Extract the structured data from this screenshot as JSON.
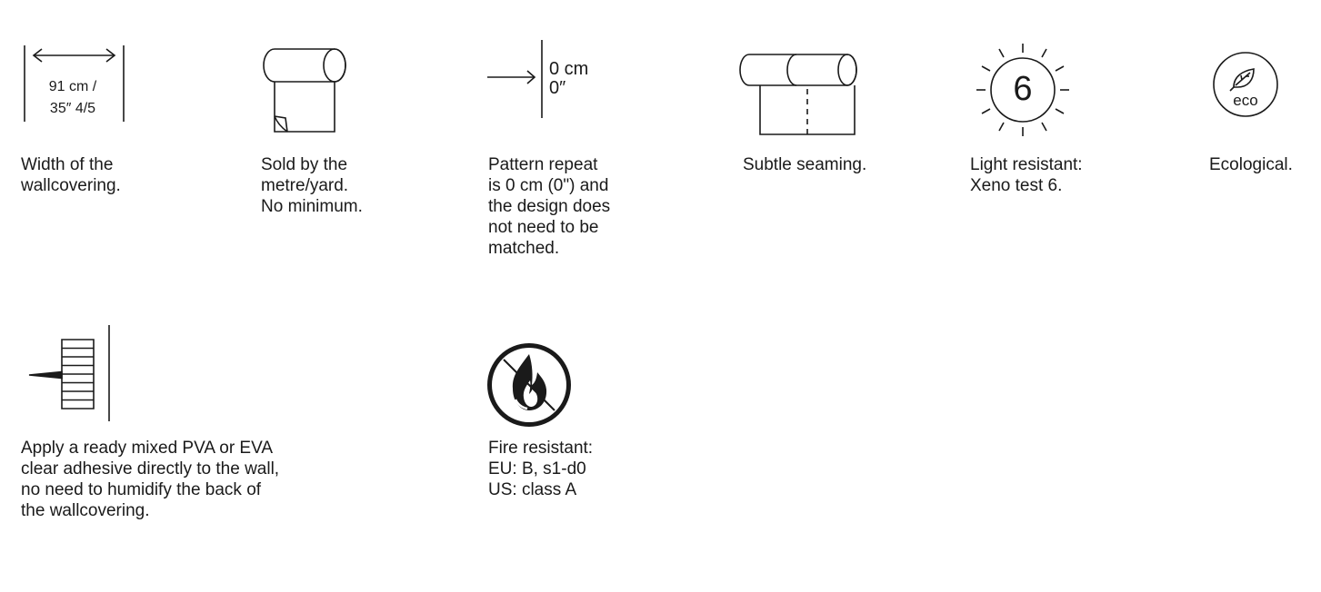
{
  "features": [
    {
      "id": "width",
      "icon": "width-arrow-icon",
      "icon_text": "91 cm /\n35″ 4/5",
      "text": "Width of the\nwallcovering."
    },
    {
      "id": "sold",
      "icon": "roll-icon",
      "text": "Sold by the\nmetre/yard.\nNo minimum."
    },
    {
      "id": "repeat",
      "icon": "pattern-repeat-icon",
      "icon_text": "0 cm\n0″",
      "text": "Pattern repeat\nis 0 cm (0\") and\nthe design does\nnot need to be\nmatched."
    },
    {
      "id": "seaming",
      "icon": "seaming-icon",
      "text": "Subtle seaming."
    },
    {
      "id": "light",
      "icon": "sun-icon",
      "icon_text": "6",
      "text": "Light resistant:\nXeno test 6."
    },
    {
      "id": "eco",
      "icon": "eco-leaf-icon",
      "icon_text": "eco",
      "text": "Ecological."
    },
    {
      "id": "adhesive",
      "icon": "paste-the-wall-icon",
      "text": "Apply a ready mixed PVA or EVA\nclear adhesive directly to the wall,\nno need to humidify the back of\nthe wallcovering."
    },
    {
      "id": "fire",
      "icon": "fire-resistant-icon",
      "text": "Fire resistant:\nEU: B, s1-d0\nUS: class A"
    }
  ]
}
